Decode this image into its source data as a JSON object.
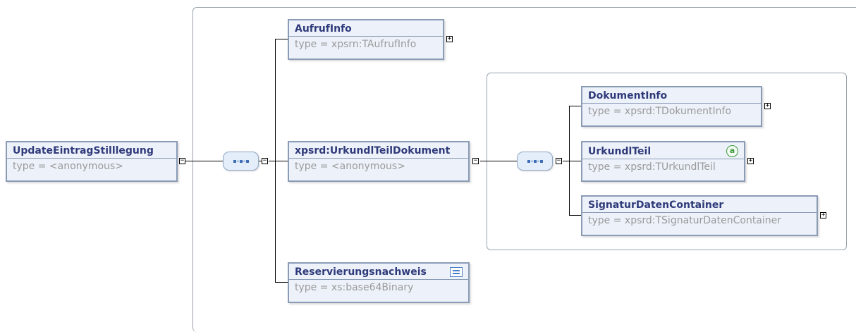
{
  "nodes": {
    "root": {
      "name": "UpdateEintragStilllegung",
      "type": "type = <anonymous>"
    },
    "aufruf": {
      "name": "AufrufInfo",
      "type": "type = xpsrn:TAufrufInfo"
    },
    "urkund_dok": {
      "name": "xpsrd:UrkundlTeilDokument",
      "type": "type = <anonymous>"
    },
    "reservierung": {
      "name": "Reservierungsnachweis",
      "type": "type = xs:base64Binary"
    },
    "dokument_info": {
      "name": "DokumentInfo",
      "type": "type = xpsrd:TDokumentInfo"
    },
    "urkund_teil": {
      "name": "UrkundlTeil",
      "type": "type = xpsrd:TUrkundlTeil"
    },
    "signatur": {
      "name": "SignaturDatenContainer",
      "type": "type = xpsrd:TSignaturDatenContainer"
    }
  },
  "toggles": {
    "collapse": "−",
    "expand": "+"
  },
  "icons": {
    "attribute_icon": "a",
    "attribute_icon_name": "attribute-icon",
    "documentation_icon_name": "documentation-icon",
    "sequence_icon_name": "sequence-icon"
  },
  "colors": {
    "node_fill": "#edf2fa",
    "node_border": "#8a9bb6",
    "name_text": "#2f3a7a",
    "type_text": "#9a9a9a",
    "sequence_fill": "#e3eefa",
    "attribute_green": "#3c9a3c"
  }
}
